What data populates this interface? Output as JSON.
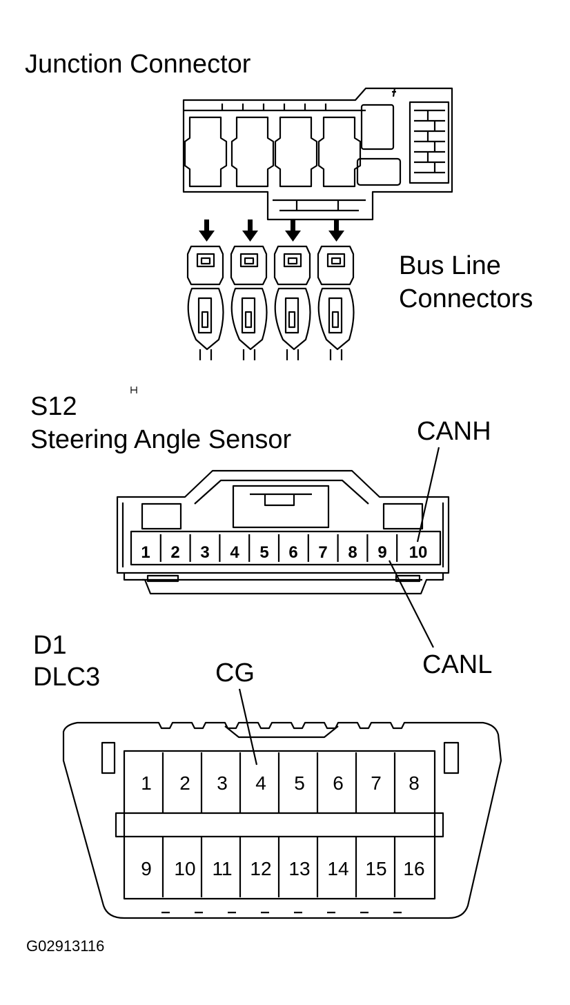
{
  "junction": {
    "title": "Junction Connector",
    "bus_label_line1": "Bus Line",
    "bus_label_line2": "Connectors"
  },
  "s12": {
    "code": "S12",
    "name": "Steering Angle Sensor",
    "canh": "CANH",
    "canl": "CANL",
    "pins": [
      "1",
      "2",
      "3",
      "4",
      "5",
      "6",
      "7",
      "8",
      "9",
      "10"
    ]
  },
  "d1": {
    "code": "D1",
    "name": "DLC3",
    "cg": "CG",
    "pins_top": [
      "1",
      "2",
      "3",
      "4",
      "5",
      "6",
      "7",
      "8"
    ],
    "pins_bottom": [
      "9",
      "10",
      "11",
      "12",
      "13",
      "14",
      "15",
      "16"
    ]
  },
  "figure_id": "G02913116"
}
